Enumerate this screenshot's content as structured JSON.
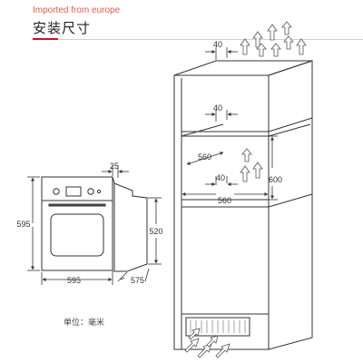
{
  "header": {
    "brand_text": "Imported from europe",
    "title": "安装尺寸",
    "accent_color": "#c8102e"
  },
  "oven_dims": {
    "panel_offset": "25",
    "height": "595",
    "body_height": "520",
    "width": "595",
    "depth": "575"
  },
  "cabinet_dims": {
    "top_clearance": "40",
    "shelf_clearance": "40",
    "cavity_depth": "560",
    "cavity_height": "600",
    "rear_gap": "40",
    "cavity_width": "560"
  },
  "footer": {
    "unit_label": "单位：毫米"
  }
}
